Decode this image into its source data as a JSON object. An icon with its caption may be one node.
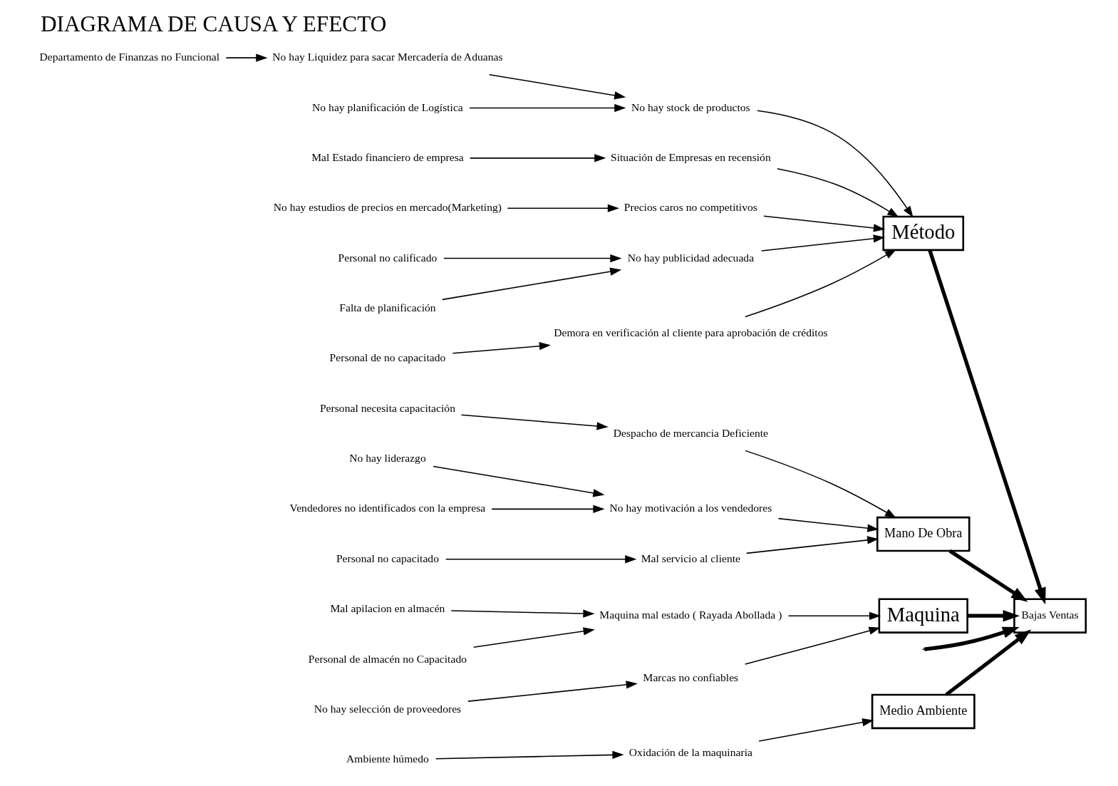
{
  "diagram": {
    "title": "DIAGRAMA DE CAUSA Y EFECTO",
    "nodes": [
      {
        "text": [
          "Medio Ambiente"
        ]
      },
      {
        "text": [
          "Ambiente húmedo"
        ]
      },
      {
        "text": [
          "Oxidación de la maquinaria"
        ]
      },
      {
        "text": [
          "Método"
        ]
      },
      {
        "text": [
          "Departamento de Finanzas no Funcional"
        ]
      },
      {
        "text": [
          "No hay Liquidez para sacar Mercadería de Aduanas"
        ]
      },
      {
        "text": [
          "No hay planificación de Logística"
        ]
      },
      {
        "text": [
          "No hay stock de productos"
        ]
      },
      {
        "text": [
          "Mal Estado financiero de empresa"
        ]
      },
      {
        "text": [
          "Situación de Empresas en recensión"
        ]
      },
      {
        "text": [
          "No hay estudios de precios en mercado(Marketing)"
        ]
      },
      {
        "text": [
          "Precios caros no competitivos"
        ]
      },
      {
        "text": [
          "Personal no calificado"
        ]
      },
      {
        "text": [
          "Falta de planificación"
        ]
      },
      {
        "text": [
          "No hay publicidad adecuada"
        ]
      },
      {
        "text": [
          "Personal de no capacitado"
        ]
      },
      {
        "text": [
          "Demora en verificación al cliente para aprobación de créditos"
        ]
      },
      {
        "text": [
          "Bajas Ventas"
        ]
      },
      {
        "text": [
          "Despacho de mercancia Deficiente"
        ]
      },
      {
        "text": [
          "Personal necesita capacitación"
        ]
      },
      {
        "text": [
          "No hay motivación a los vendedores"
        ]
      },
      {
        "text": [
          "No hay liderazgo"
        ]
      },
      {
        "text": [
          "Vendedores no identificados con la empresa"
        ]
      },
      {
        "text": [
          "Mal servicio al cliente"
        ]
      },
      {
        "text": [
          "Personal no capacitado"
        ]
      },
      {
        "text": [
          "Mano De Obra"
        ]
      },
      {
        "text": [
          "Maquina mal estado ( Rayada Abollada )"
        ]
      },
      {
        "text": [
          "Mal apilacion en almacén"
        ]
      },
      {
        "text": [
          "Personal de almacén no Capacitado"
        ]
      },
      {
        "text": [
          "Marcas no confiables"
        ]
      },
      {
        "text": [
          "No hay selección de proveedores"
        ]
      },
      {
        "text": [
          "Maquina"
        ]
      }
    ],
    "edges": [
      {
        "from": null,
        "to": 17,
        "arrow": "to",
        "style": "thick"
      },
      {
        "from": 0,
        "to": 17,
        "arrow": "to",
        "style": "thick"
      },
      {
        "from": 3,
        "to": 17,
        "arrow": "to",
        "style": "thick"
      },
      {
        "from": 25,
        "to": 17,
        "arrow": "to",
        "style": "thick"
      },
      {
        "from": 31,
        "to": 17,
        "arrow": "to",
        "style": "thick"
      },
      {
        "from": 1,
        "to": 2,
        "arrow": "to"
      },
      {
        "from": 2,
        "to": 0,
        "arrow": "to"
      },
      {
        "from": 4,
        "to": 5,
        "arrow": "to"
      },
      {
        "from": 5,
        "to": 7,
        "arrow": "to"
      },
      {
        "from": 6,
        "to": 7,
        "arrow": "to"
      },
      {
        "from": 7,
        "to": 3,
        "arrow": "to"
      },
      {
        "from": 8,
        "to": 9,
        "arrow": "to"
      },
      {
        "from": 9,
        "to": 3,
        "arrow": "to"
      },
      {
        "from": 10,
        "to": 11,
        "arrow": "to"
      },
      {
        "from": 11,
        "to": 3,
        "arrow": "to"
      },
      {
        "from": 12,
        "to": 14,
        "arrow": "to"
      },
      {
        "from": 13,
        "to": 14,
        "arrow": "to"
      },
      {
        "from": 14,
        "to": 3,
        "arrow": "to"
      },
      {
        "from": 15,
        "to": 16,
        "arrow": "to"
      },
      {
        "from": 16,
        "to": 3,
        "arrow": "to"
      },
      {
        "from": 19,
        "to": 18,
        "arrow": "to"
      },
      {
        "from": 18,
        "to": 25,
        "arrow": "to"
      },
      {
        "from": 21,
        "to": 20,
        "arrow": "to"
      },
      {
        "from": 22,
        "to": 20,
        "arrow": "to"
      },
      {
        "from": 20,
        "to": 25,
        "arrow": "to"
      },
      {
        "from": 24,
        "to": 23,
        "arrow": "to"
      },
      {
        "from": 23,
        "to": 25,
        "arrow": "to"
      },
      {
        "from": 27,
        "to": 26,
        "arrow": "to"
      },
      {
        "from": 28,
        "to": 26,
        "arrow": "to"
      },
      {
        "from": 26,
        "to": 31,
        "arrow": "to"
      },
      {
        "from": 30,
        "to": 29,
        "arrow": "to"
      },
      {
        "from": 29,
        "to": 31,
        "arrow": "to"
      }
    ]
  }
}
